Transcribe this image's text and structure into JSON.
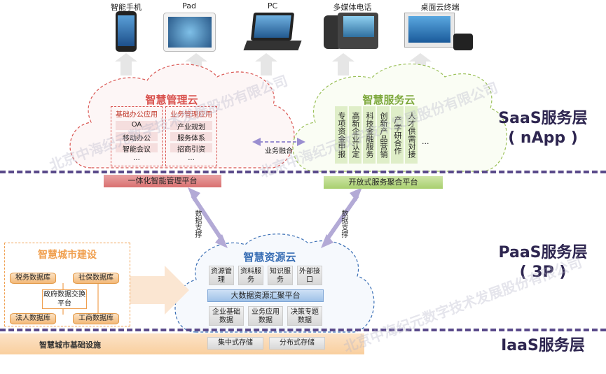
{
  "devices": [
    {
      "label": "智能手机"
    },
    {
      "label": "Pad"
    },
    {
      "label": "PC"
    },
    {
      "label": "多媒体电话"
    },
    {
      "label": "桌面云终端"
    }
  ],
  "layers": {
    "saas": {
      "line1": "SaaS服务层",
      "line2": "( nApp )"
    },
    "paas": {
      "line1": "PaaS服务层",
      "line2": "( 3P )"
    },
    "iaas": {
      "line1": "IaaS服务层"
    }
  },
  "management_cloud": {
    "title": "智慧管理云",
    "col1_header": "基础办公应用",
    "col1_items": [
      "OA",
      "移动办公",
      "智能会议",
      "..."
    ],
    "col2_header": "业务管理应用",
    "col2_items": [
      "产业规划",
      "服务体系",
      "招商引资",
      "..."
    ],
    "platform": "一体化智能管理平台"
  },
  "service_cloud": {
    "title": "智慧服务云",
    "items": [
      "专项资金申报",
      "高新企业认定",
      "科技金融服务",
      "创新产品营销",
      "产学研合作",
      "人才供需对接"
    ],
    "more": "...",
    "platform": "开放式服务聚合平台"
  },
  "business_fusion": "业务融合",
  "data_support_left": "数据支撑",
  "data_support_right": "数据支撑",
  "resource_cloud": {
    "title": "智慧资源云",
    "services": [
      "资源管理",
      "资料服务",
      "知识服务",
      "外部接口"
    ],
    "platform": "大数据资源汇聚平台",
    "data": [
      "企业基础数据",
      "业务应用数据",
      "决策专题数据"
    ]
  },
  "smart_city": {
    "title": "智慧城市建设",
    "dbs": [
      "税务数据库",
      "社保数据库",
      "法人数据库",
      "工商数据库"
    ],
    "center": "政府数据交换平台"
  },
  "infrastructure": {
    "label": "智慧城市基础设施",
    "storage": [
      "集中式存储",
      "分布式存储"
    ]
  },
  "watermark": "北京中海纪元数字技术发展股份有限公司",
  "colors": {
    "divider": "#5a4a8a",
    "mgmt": "#d9534f",
    "service": "#8fbc4f",
    "resource": "#3a6fb5",
    "city": "#f0a050"
  }
}
